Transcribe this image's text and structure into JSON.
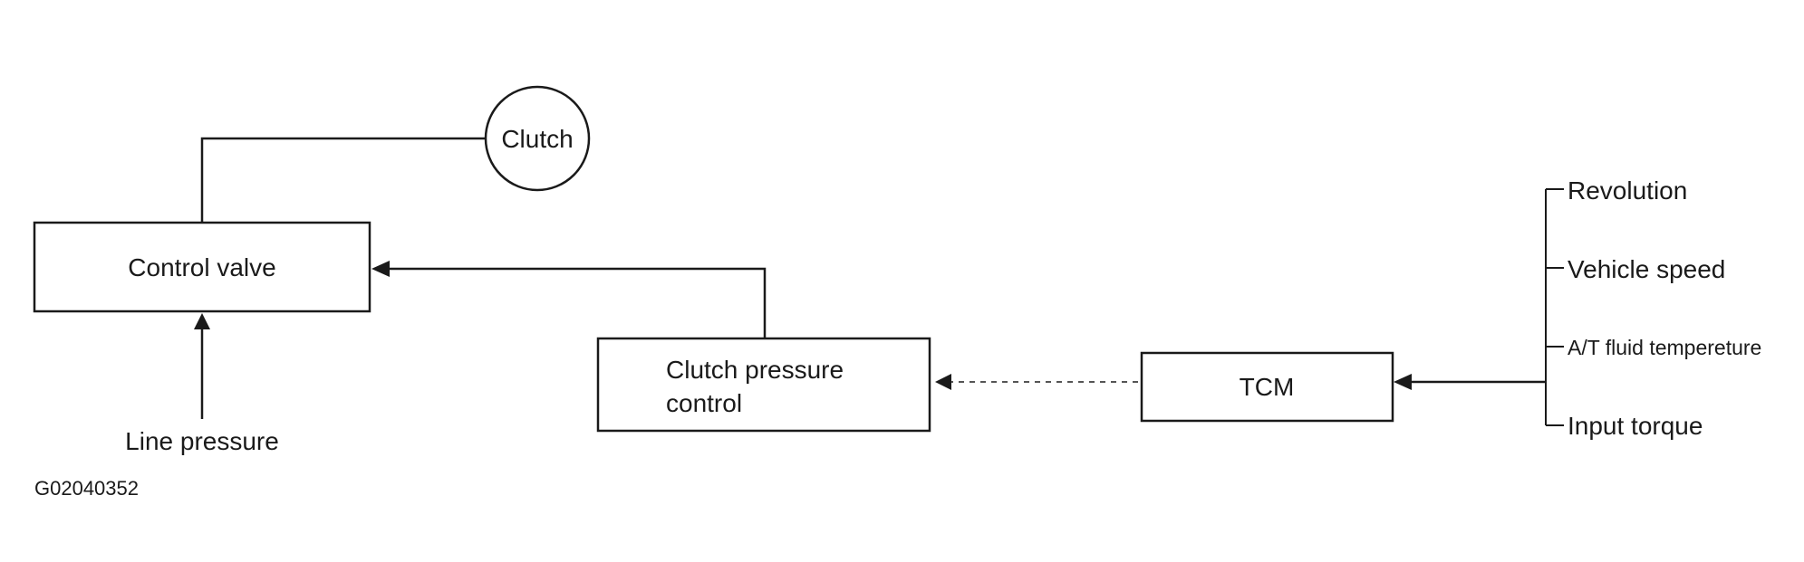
{
  "diagram": {
    "clutch": "Clutch",
    "control_valve": "Control valve",
    "line_pressure": "Line pressure",
    "clutch_pressure_control_line1": "Clutch pressure",
    "clutch_pressure_control_line2": "control",
    "tcm": "TCM",
    "inputs": [
      "Revolution",
      "Vehicle speed",
      "A/T fluid tempereture",
      "Input torque"
    ],
    "figure_id": "G02040352"
  }
}
